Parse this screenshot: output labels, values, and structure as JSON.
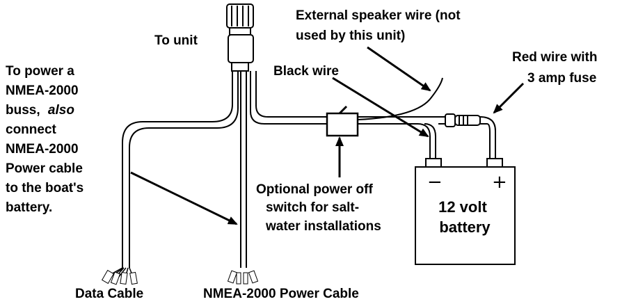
{
  "labels": {
    "to_unit": "To unit",
    "speaker": [
      "External speaker wire (not",
      "used by this unit)"
    ],
    "red_wire": [
      "Red wire with",
      "3 amp fuse"
    ],
    "black_wire": "Black wire",
    "nmea_note": [
      "To power a",
      "NMEA-2000",
      "buss,",
      "also",
      "connect",
      "NMEA-2000",
      "Power cable",
      "to the boat's",
      "battery."
    ],
    "switch": [
      "Optional power off",
      "switch for salt-",
      "water installations"
    ],
    "battery": [
      "12 volt",
      "battery"
    ],
    "battery_neg": "−",
    "battery_pos": "+",
    "data_cable": "Data Cable",
    "nmea_cable": "NMEA-2000 Power Cable"
  }
}
